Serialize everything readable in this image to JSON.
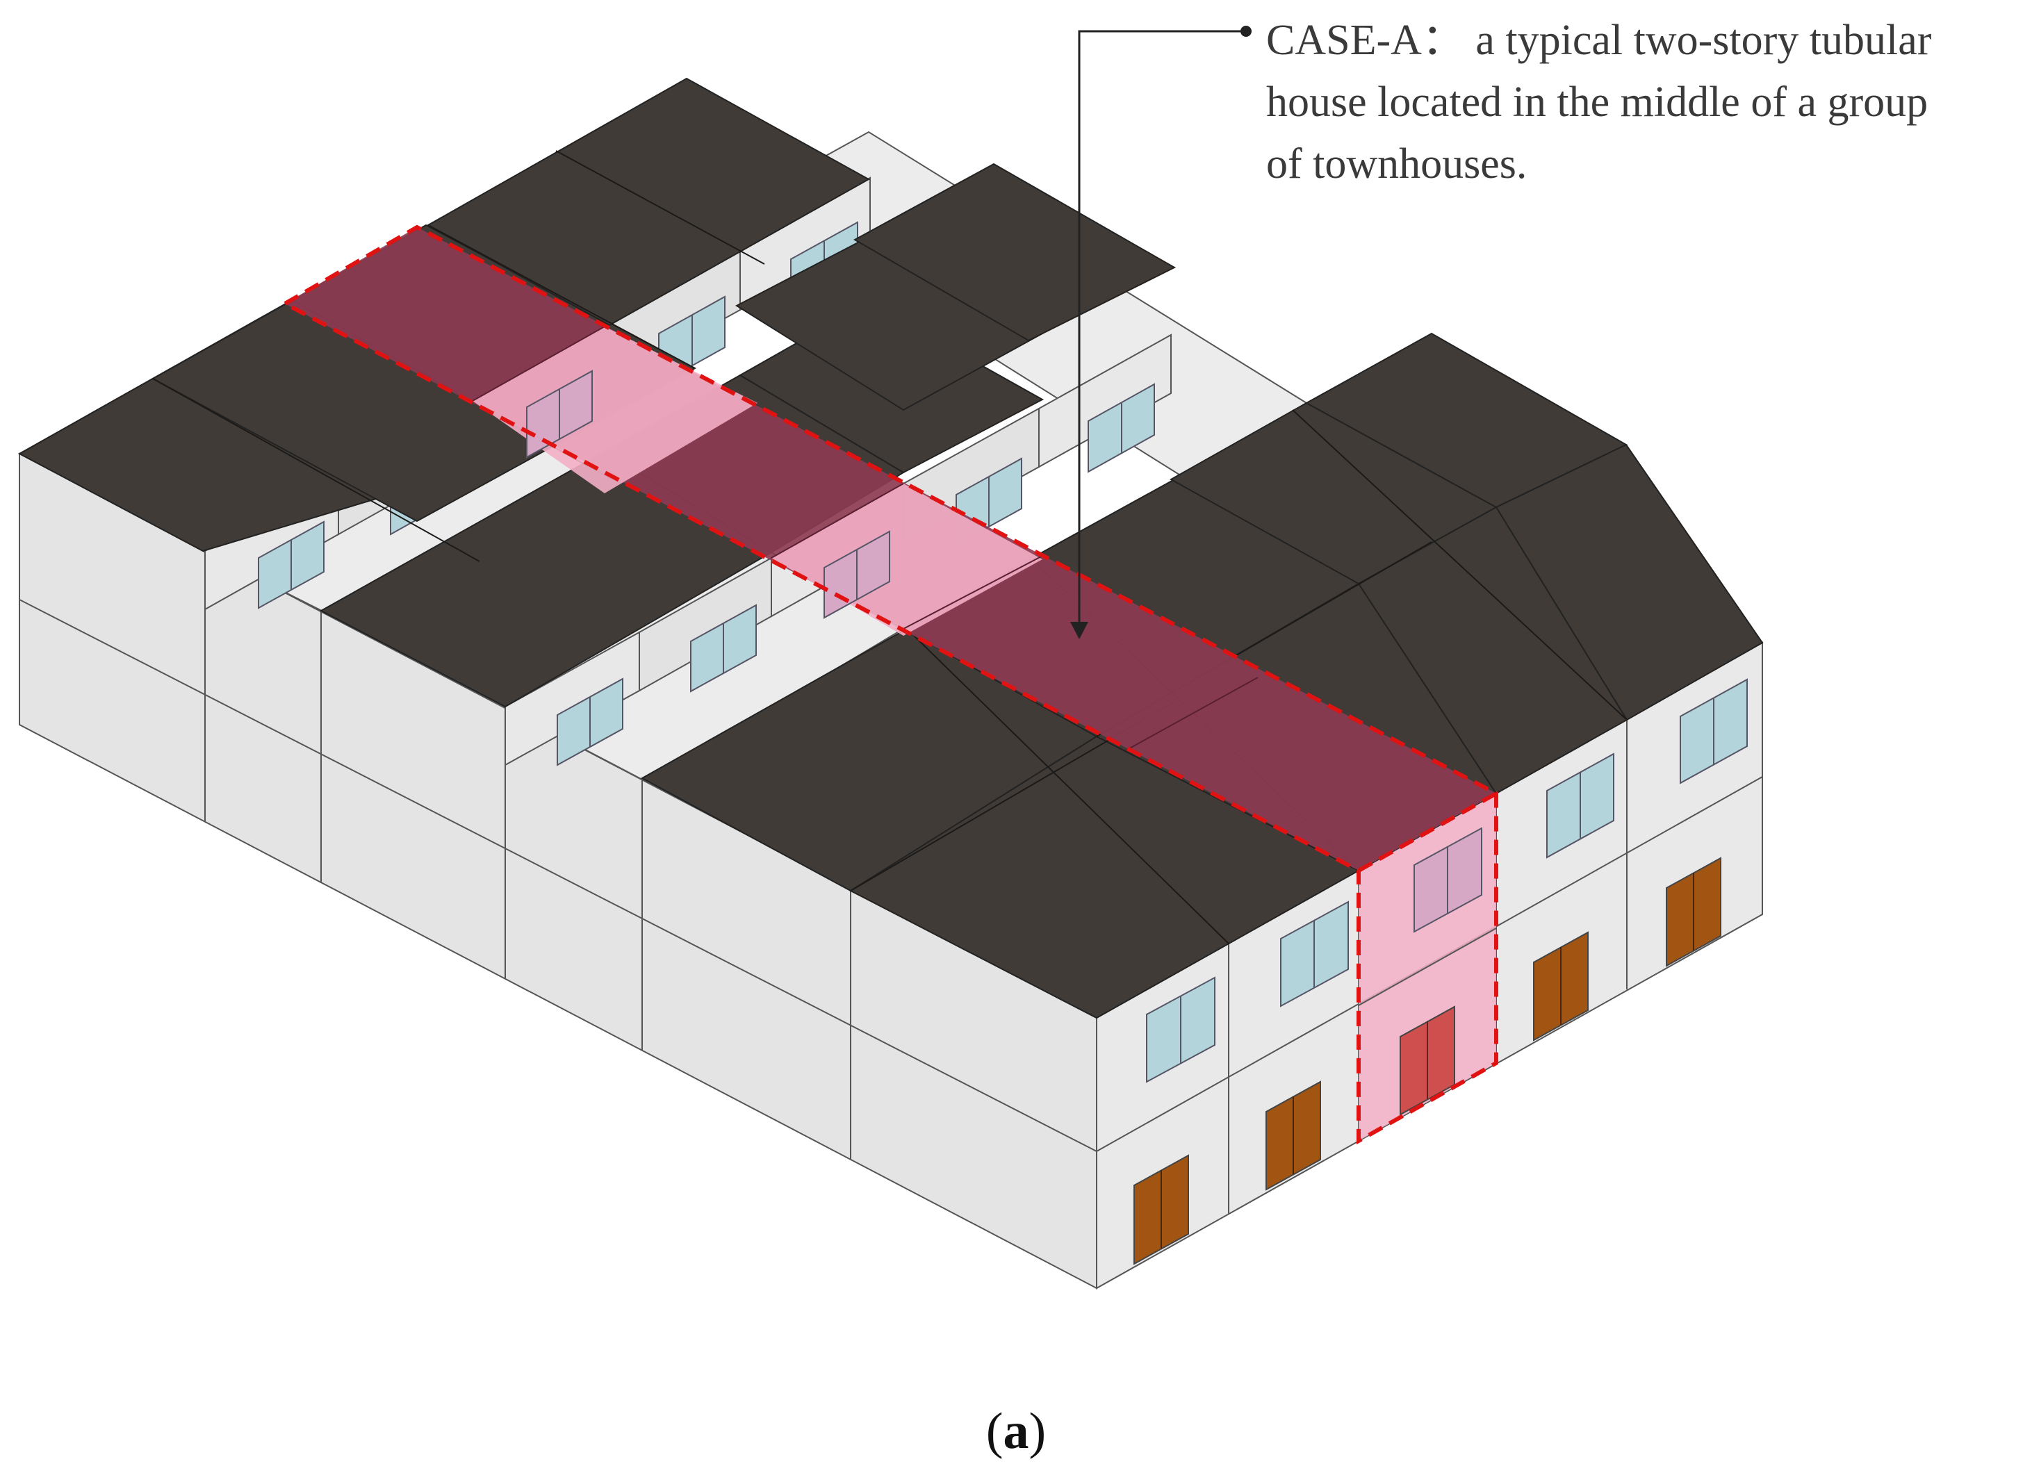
{
  "annotation": {
    "lines": [
      "CASE-A： a typical two-story tubular",
      "house located in the middle of a group",
      "of townhouses."
    ]
  },
  "caption": {
    "open": "(",
    "letter": "a",
    "close": ")"
  },
  "colors": {
    "roof": "#403b37",
    "wall_light": "#e6e6e6",
    "wall_front": "#e4e4e4",
    "glass": "#b4d4dc",
    "door": "#a25513",
    "highlight_roof": "#8c3b52",
    "highlight_wall": "#f3afc6",
    "highlight_door": "#cf4f4f",
    "dash": "#e01212"
  },
  "icons": [
    "leader-line-icon",
    "arrow-head-icon"
  ]
}
